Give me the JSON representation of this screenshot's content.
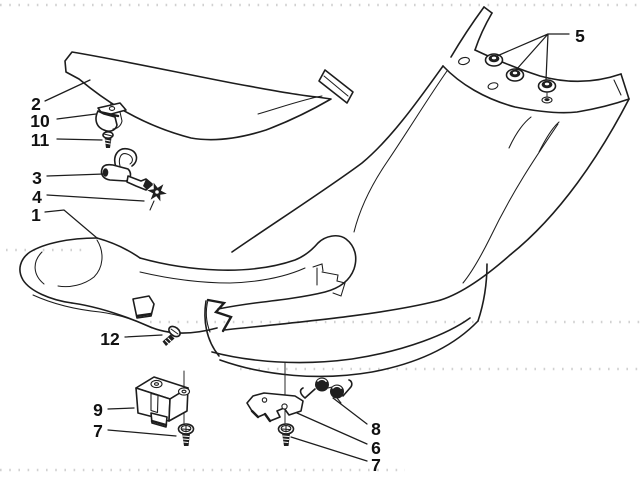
{
  "diagram": {
    "figure_type": "exploded-parts-diagram",
    "background_color": "#ffffff",
    "line_color": "#1d1d1d",
    "parts_shown": [
      "floor panel",
      "trim molding strip",
      "bag hook",
      "star clip nut",
      "rubber grommets",
      "latch plate",
      "screws",
      "torsion spring",
      "mount block",
      "saddle clip"
    ],
    "callouts": {
      "c1": {
        "label": "1"
      },
      "c2": {
        "label": "2"
      },
      "c3": {
        "label": "3"
      },
      "c4": {
        "label": "4"
      },
      "c5": {
        "label": "5"
      },
      "c6": {
        "label": "6"
      },
      "c7a": {
        "label": "7"
      },
      "c7b": {
        "label": "7"
      },
      "c8": {
        "label": "8"
      },
      "c9": {
        "label": "9"
      },
      "c10": {
        "label": "10"
      },
      "c11": {
        "label": "11"
      },
      "c12": {
        "label": "12"
      }
    }
  }
}
